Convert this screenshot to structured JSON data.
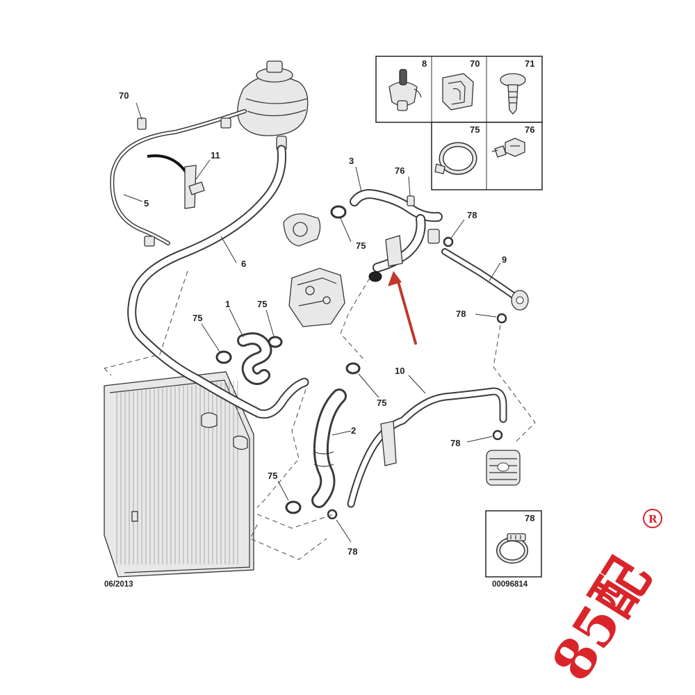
{
  "date_code": "06/2013",
  "ref_code": "00096814",
  "callouts": {
    "c70_top": "70",
    "c11": "11",
    "c5": "5",
    "c6": "6",
    "c3": "3",
    "c76_mid": "76",
    "c78_a": "78",
    "c75_b": "75",
    "c9": "9",
    "c1": "1",
    "c75_c": "75",
    "c75_d": "75",
    "c78_b": "78",
    "c10": "10",
    "c75_e": "75",
    "c2": "2",
    "c78_c": "78",
    "c75_f": "75",
    "c78_d": "78"
  },
  "inset_panels": {
    "p8": "8",
    "p70": "70",
    "p71": "71",
    "p75": "75",
    "p76": "76",
    "p78": "78"
  },
  "watermark": {
    "registered_mark": "R",
    "text": "85配"
  },
  "colors": {
    "line": "#333333",
    "arrow": "#c0392b",
    "watermark": "#d9252a"
  }
}
